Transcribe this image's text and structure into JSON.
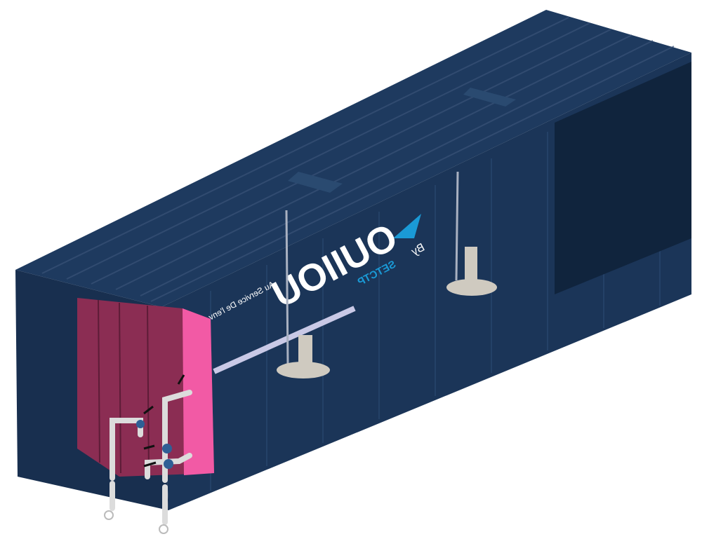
{
  "scene": {
    "subject": "container-treatment-unit-3d-render",
    "colors": {
      "background": "#ffffff",
      "container_top": "#1e3a5f",
      "container_side": "#1b3558",
      "container_end": "#182f4f",
      "container_interior": "#10243d",
      "rib": "#3a5378",
      "tank_pink": "#f25aa5",
      "tank_dark": "#8b2d53",
      "pipe": "#dcdcdc",
      "pump": "#cfcac0",
      "logo_blue": "#1a9ad6"
    },
    "branding": {
      "mirrored_logo_text": "ОUIIОU",
      "tagline_mirrored": "Au Service De l'env",
      "by_label": "By",
      "company": "SETCTP"
    }
  }
}
